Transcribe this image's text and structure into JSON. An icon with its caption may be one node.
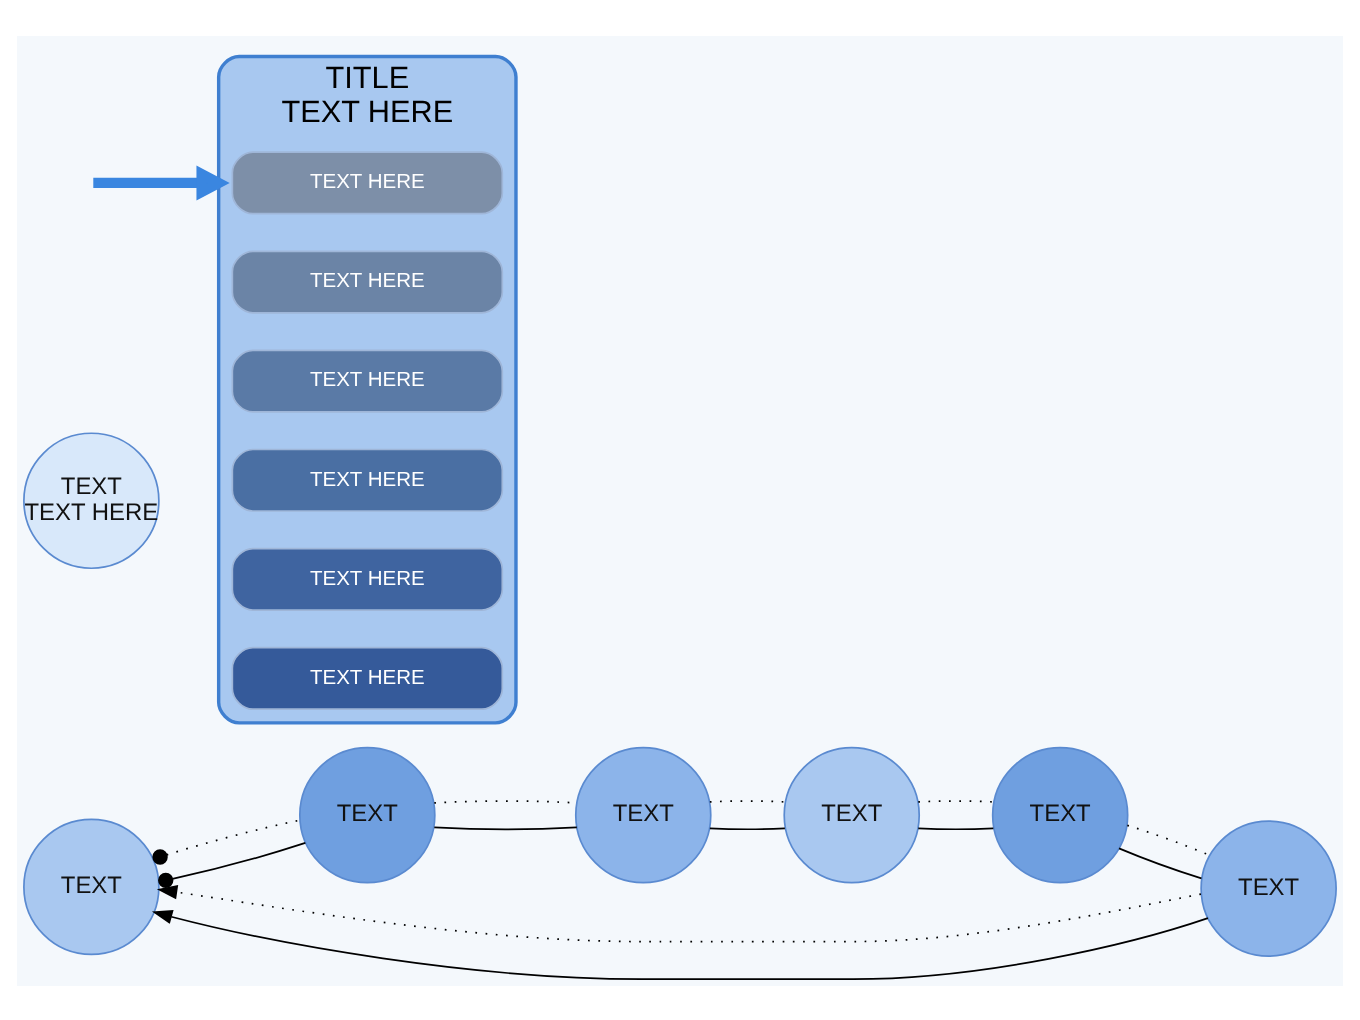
{
  "diagram": {
    "nodes": [
      {
        "text": [
          "TEXT"
        ]
      },
      {
        "text": [
          "TEXT"
        ]
      },
      {
        "text": [
          "TEXT"
        ]
      },
      {
        "text": [
          "TEXT"
        ]
      },
      {
        "text": [
          "TEXT"
        ]
      },
      {
        "text": [
          "TEXT"
        ]
      },
      {
        "text": [
          "TEXT",
          "TEXT HERE"
        ]
      },
      {
        "text": [
          "TITLE",
          "TEXT HERE"
        ]
      },
      {
        "text": [
          "TEXT HERE"
        ],
        "in": 7
      },
      {
        "text": [
          "TEXT HERE"
        ],
        "in": 7
      },
      {
        "text": [
          "TEXT HERE"
        ],
        "in": 7
      },
      {
        "text": [
          "TEXT HERE"
        ],
        "in": 7
      },
      {
        "text": [
          "TEXT HERE"
        ],
        "in": 7
      },
      {
        "text": [
          "TEXT HERE"
        ],
        "in": 7
      }
    ],
    "edges": [
      {
        "from": 5,
        "to": 0,
        "arrow": "to"
      },
      {
        "from": 5,
        "to": 0,
        "arrow": "to",
        "style": "dashed"
      },
      {
        "from": 0,
        "to": 1,
        "arrow": "other"
      },
      {
        "from": 0,
        "to": 1,
        "arrow": "other",
        "style": "dashed"
      },
      {
        "from": 1,
        "to": 2,
        "arrow": "none"
      },
      {
        "from": 1,
        "to": 2,
        "arrow": "none",
        "style": "dashed"
      },
      {
        "from": 2,
        "to": 3,
        "arrow": "none"
      },
      {
        "from": 2,
        "to": 3,
        "arrow": "none",
        "style": "dashed"
      },
      {
        "from": 3,
        "to": 4,
        "arrow": "none"
      },
      {
        "from": 3,
        "to": 4,
        "arrow": "none",
        "style": "dashed"
      },
      {
        "from": 4,
        "to": 5,
        "arrow": "none"
      },
      {
        "from": 4,
        "to": 5,
        "arrow": "none",
        "style": "dashed"
      },
      {
        "from": null,
        "to": 7,
        "arrow": "to",
        "style": "thick",
        "color": "#3a86e0"
      }
    ]
  }
}
